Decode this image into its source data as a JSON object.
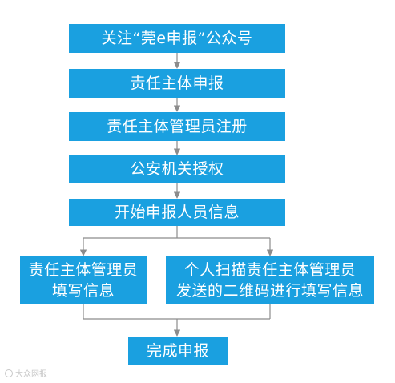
{
  "steps": {
    "follow_account": "关注“莞e申报”公众号",
    "entity_apply": "责任主体申报",
    "admin_register": "责任主体管理员注册",
    "police_authorize": "公安机关授权",
    "start_personnel": "开始申报人员信息",
    "branch_left": [
      "责任主体管理员",
      "填写信息"
    ],
    "branch_right": [
      "个人扫描责任主体管理员",
      "发送的二维码进行填写信息"
    ],
    "complete": "完成申报"
  },
  "watermark": {
    "text": "大众网报"
  },
  "colors": {
    "box_fill": "#1aa0e0",
    "box_text": "#ffffff",
    "connector": "#8c8c8c"
  }
}
